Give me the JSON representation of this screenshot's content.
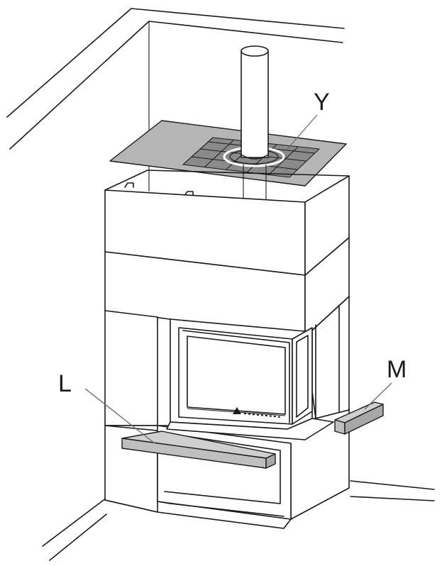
{
  "labels": {
    "y": "Y",
    "l": "L",
    "m": "M"
  },
  "colors": {
    "part_fill": "#bfbfbf",
    "plate_fill": "#b5b5b5",
    "line": "#1a1a1a"
  }
}
